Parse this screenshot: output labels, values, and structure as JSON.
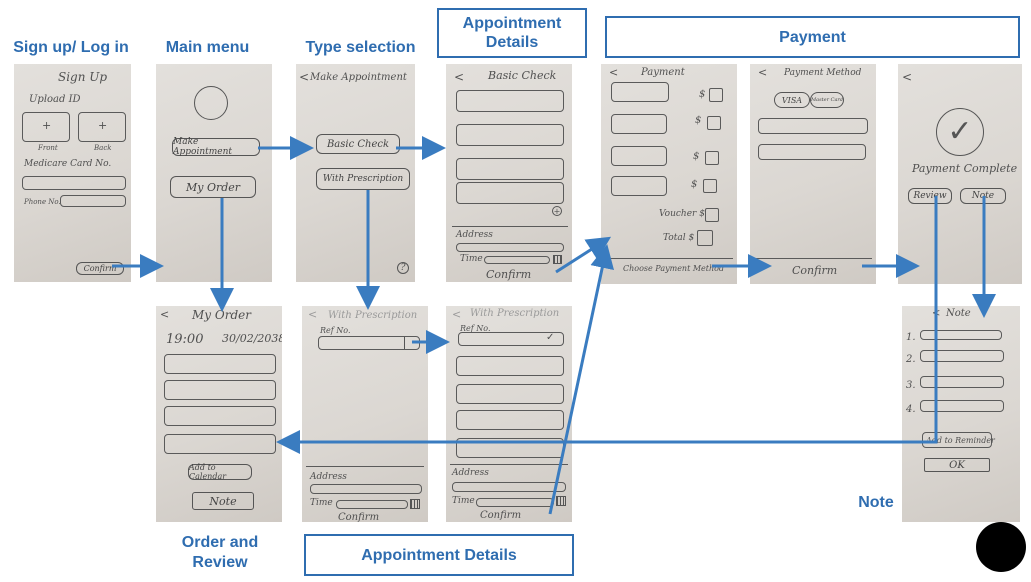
{
  "section_labels": {
    "signup": "Sign up/ Log in",
    "main_menu": "Main menu",
    "type_selection": "Type selection",
    "appointment_details_top": "Appointment Details",
    "payment": "Payment",
    "order_review": "Order and Review",
    "appointment_details_bottom": "Appointment Details",
    "note": "Note"
  },
  "screens": {
    "signup": {
      "title": "Sign Up",
      "upload": "Upload ID",
      "plus": "+",
      "front": "Front",
      "back": "Back",
      "medicare": "Medicare Card No.",
      "phone": "Phone No.",
      "confirm": "Confirm"
    },
    "main": {
      "make_appointment": "Make Appointment",
      "my_order": "My Order"
    },
    "type": {
      "back": "<",
      "title": "Make Appointment",
      "basic": "Basic Check",
      "prescription": "With Prescription",
      "help": "?"
    },
    "basic": {
      "back": "<",
      "title": "Basic Check",
      "plus": "+",
      "address": "Address",
      "time": "Time",
      "confirm": "Confirm"
    },
    "payment": {
      "back": "<",
      "title": "Payment",
      "dollar": "$",
      "voucher": "Voucher $",
      "total": "Total $",
      "choose_method": "Choose Payment Method"
    },
    "method": {
      "back": "<",
      "title": "Payment Method",
      "visa": "VISA",
      "master": "Master Card",
      "confirm": "Confirm"
    },
    "complete": {
      "back": "<",
      "check": "✓",
      "title": "Payment Complete",
      "review": "Review",
      "note": "Note"
    },
    "order": {
      "back": "<",
      "title": "My Order",
      "time": "19:00",
      "date": "30/02/2038",
      "add_calendar": "Add to Calendar",
      "note": "Note"
    },
    "presc1": {
      "back": "<",
      "title": "With Prescription",
      "ref": "Ref No.",
      "address": "Address",
      "time": "Time",
      "confirm": "Confirm"
    },
    "presc2": {
      "back": "<",
      "title": "With Prescription",
      "ref": "Ref No.",
      "check": "✓",
      "address": "Address",
      "time": "Time",
      "confirm": "Confirm"
    },
    "note": {
      "back": "<",
      "title": "Note",
      "n1": "1.",
      "n2": "2.",
      "n3": "3.",
      "n4": "4.",
      "reminder": "Add to Reminder",
      "ok": "OK"
    }
  },
  "colors": {
    "accent": "#2f6db0",
    "arrow": "#3a7cc0",
    "paper": "#dcd8d3"
  }
}
